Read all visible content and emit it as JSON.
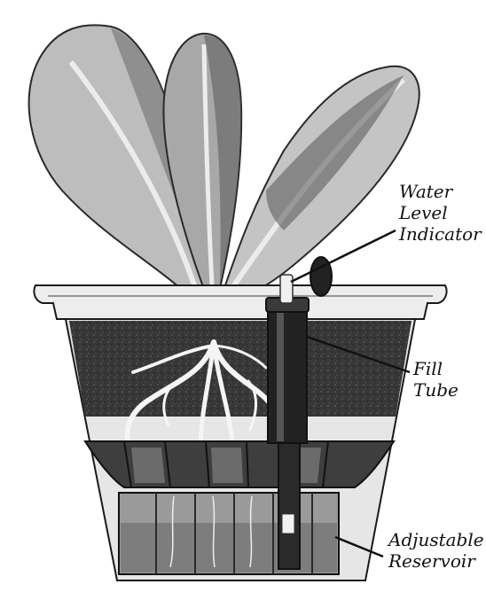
{
  "labels": {
    "water_level": [
      "Water",
      "Level",
      "Indicator"
    ],
    "fill_tube": [
      "Fill",
      "Tube"
    ],
    "reservoir": [
      "Adjustable",
      "Reservoir"
    ]
  },
  "colors": {
    "leaf_light": "#bdbdbd",
    "leaf_dark": "#4a4a4a",
    "soil": "#3a3a3a",
    "pot_rim": "#ededed",
    "reservoir": "#8f8f8f",
    "roots": "#ffffff"
  }
}
